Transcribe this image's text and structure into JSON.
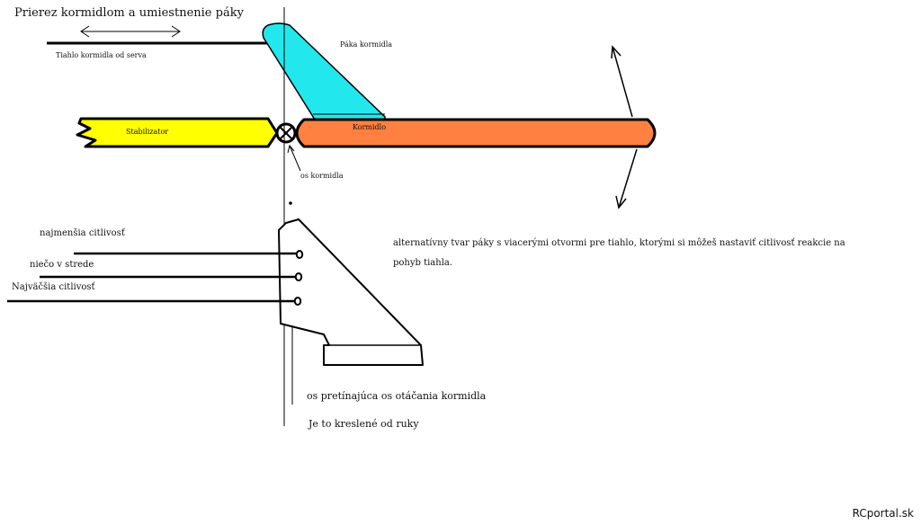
{
  "title": "Prierez kormidlom a umiestnenie páky",
  "labels": {
    "servo_rod": "Tiahlo kormidla od serva",
    "horn": "Páka kormidla",
    "stabilizer": "Stabilizator",
    "rudder": "Kormidlo",
    "axis": "os kormidla",
    "least_sensitivity": "najmenšia citlivosť",
    "middle": "niečo v strede",
    "most_sensitivity": "Najväčšia citlivosť",
    "description_line1": "alternatívny tvar páky s viacerými otvormi pre tiahlo, ktorými si môžeš nastaviť citlivosť reakcie na",
    "description_line2": "pohyb tiahla.",
    "crossing_axis": "os pretínajúca os otáčania kormidla",
    "hand_drawn": "Je to kreslené od ruky"
  },
  "watermark": "RCportal.sk",
  "colors": {
    "horn": "#22E8EE",
    "stabilizer": "#FFFF00",
    "rudder": "#FF8040",
    "stroke": "#000000"
  }
}
